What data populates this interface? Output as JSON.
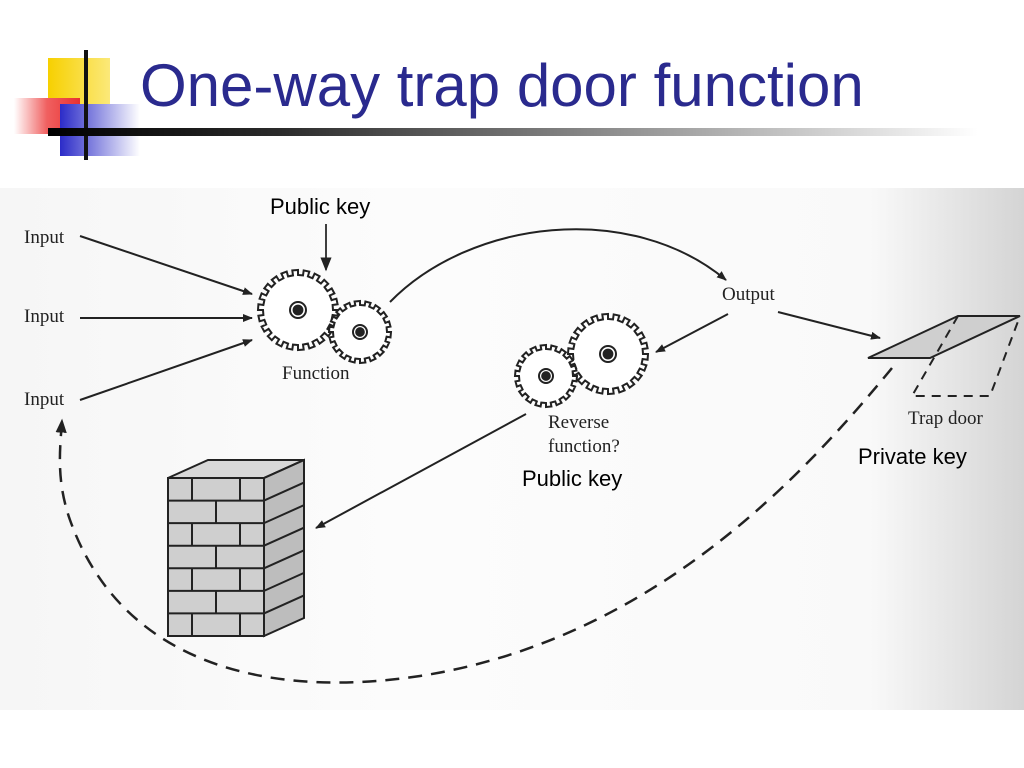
{
  "slide": {
    "title": "One-way trap door function"
  },
  "diagram": {
    "inputs": [
      "Input",
      "Input",
      "Input"
    ],
    "function_label": "Function",
    "output_label": "Output",
    "reverse_label_line1": "Reverse",
    "reverse_label_line2": "function?",
    "trap_door_label": "Trap door",
    "public_key_top": "Public key",
    "public_key_bottom": "Public key",
    "private_key": "Private key"
  },
  "colors": {
    "title": "#2a2a8e",
    "logo_yellow": "#f7d000",
    "logo_red": "#f04a4a",
    "logo_blue": "#3b3bd0"
  }
}
